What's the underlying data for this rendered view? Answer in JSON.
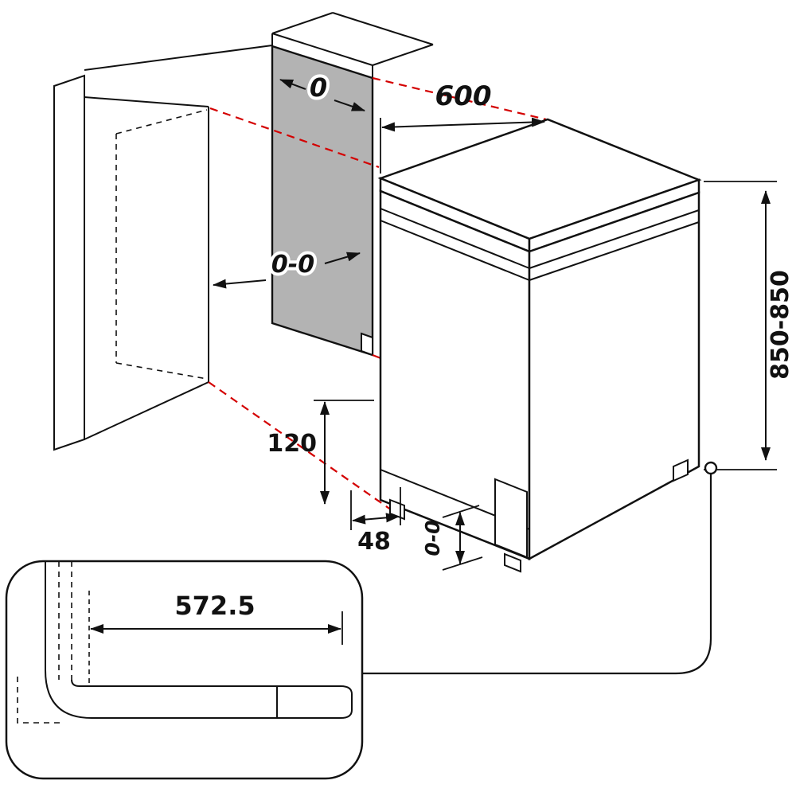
{
  "labels": {
    "panel_offset": "0",
    "niche_width": "0-0",
    "width": "600",
    "height": "850-850",
    "rear_gap": "120",
    "foot_inset": "48",
    "foot_level": "0-0",
    "plinth_depth": "572.5"
  },
  "colors": {
    "line": "#111111",
    "projection": "#d40000",
    "panel_fill": "#b3b3b3",
    "background": "#ffffff"
  }
}
